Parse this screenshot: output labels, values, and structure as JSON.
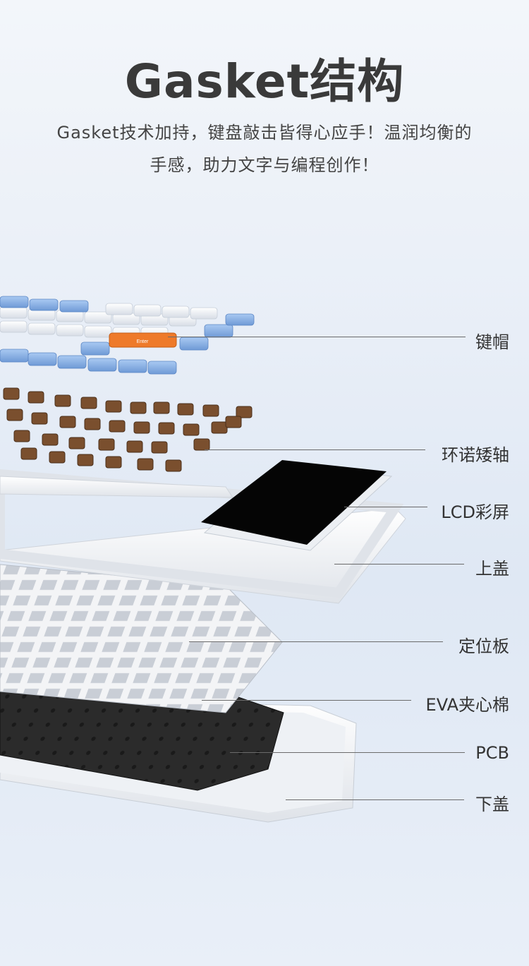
{
  "header": {
    "title": "Gasket结构",
    "subtitle_line1": "Gasket技术加持，键盘敲击皆得心应手！温润均衡的",
    "subtitle_line2": "手感，助力文字与编程创作！"
  },
  "layers": [
    {
      "name": "keycaps",
      "label": "键帽"
    },
    {
      "name": "switches",
      "label": "环诺矮轴"
    },
    {
      "name": "lcd",
      "label": "LCD彩屏"
    },
    {
      "name": "top-case",
      "label": "上盖"
    },
    {
      "name": "plate",
      "label": "定位板"
    },
    {
      "name": "eva-foam",
      "label": "EVA夹心棉"
    },
    {
      "name": "pcb",
      "label": "PCB"
    },
    {
      "name": "bottom-case",
      "label": "下盖"
    }
  ],
  "keycap_text": {
    "enter": "Enter"
  },
  "colors": {
    "keycap_blue": "#8fb6e8",
    "keycap_white": "#f4f6fa",
    "keycap_orange": "#ee7a2a",
    "switch_brown": "#7a4f2e",
    "lcd": "#050505",
    "frame": "#f7f8fa",
    "eva": "#2a2a2a"
  }
}
